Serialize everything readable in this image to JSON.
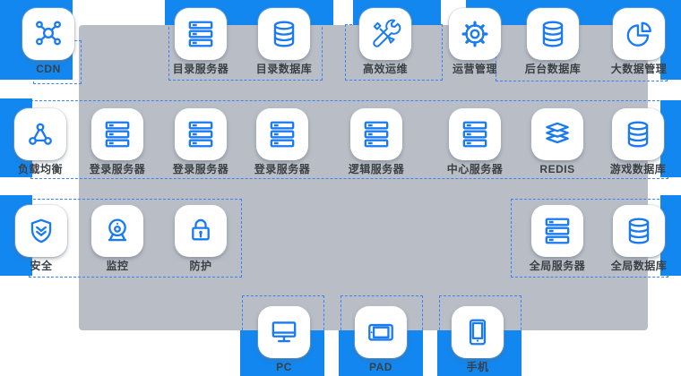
{
  "diagram": {
    "type": "architecture-topology",
    "colors": {
      "accent_blue": "#1287EF",
      "canvas_gray": "#B9BEC6",
      "icon_stroke": "#1A7AF0",
      "dash_outline": "#3B82F6",
      "label_text": "#3B4045"
    }
  },
  "nodes": [
    {
      "id": "cdn",
      "label": "CDN",
      "icon": "cdn-network-icon"
    },
    {
      "id": "dir-server",
      "label": "目录服务器",
      "icon": "server-rack-icon"
    },
    {
      "id": "dir-db",
      "label": "目录数据库",
      "icon": "database-icon"
    },
    {
      "id": "ops",
      "label": "高效运维",
      "icon": "tools-icon"
    },
    {
      "id": "mgmt",
      "label": "运营管理",
      "icon": "gear-icon"
    },
    {
      "id": "backend-db",
      "label": "后台数据库",
      "icon": "database-icon"
    },
    {
      "id": "bigdata",
      "label": "大数据管理",
      "icon": "pie-chart-icon"
    },
    {
      "id": "lb",
      "label": "负载均衡",
      "icon": "triangle-network-icon"
    },
    {
      "id": "login1",
      "label": "登录服务器",
      "icon": "server-rack-icon"
    },
    {
      "id": "login2",
      "label": "登录服务器",
      "icon": "server-rack-icon"
    },
    {
      "id": "login3",
      "label": "登录服务器",
      "icon": "server-rack-icon"
    },
    {
      "id": "logic",
      "label": "逻辑服务器",
      "icon": "server-rack-icon"
    },
    {
      "id": "center",
      "label": "中心服务器",
      "icon": "server-rack-icon"
    },
    {
      "id": "redis",
      "label": "REDIS",
      "icon": "redis-layers-icon"
    },
    {
      "id": "game-db",
      "label": "游戏数据库",
      "icon": "database-icon"
    },
    {
      "id": "sec",
      "label": "安全",
      "icon": "shield-icon"
    },
    {
      "id": "mon",
      "label": "监控",
      "icon": "webcam-icon"
    },
    {
      "id": "prot",
      "label": "防护",
      "icon": "lock-icon"
    },
    {
      "id": "global-server",
      "label": "全局服务器",
      "icon": "server-rack-icon"
    },
    {
      "id": "global-db",
      "label": "全局数据库",
      "icon": "database-icon"
    },
    {
      "id": "pc",
      "label": "PC",
      "icon": "monitor-icon"
    },
    {
      "id": "pad",
      "label": "PAD",
      "icon": "tablet-icon"
    },
    {
      "id": "phone",
      "label": "手机",
      "icon": "phone-icon"
    }
  ]
}
